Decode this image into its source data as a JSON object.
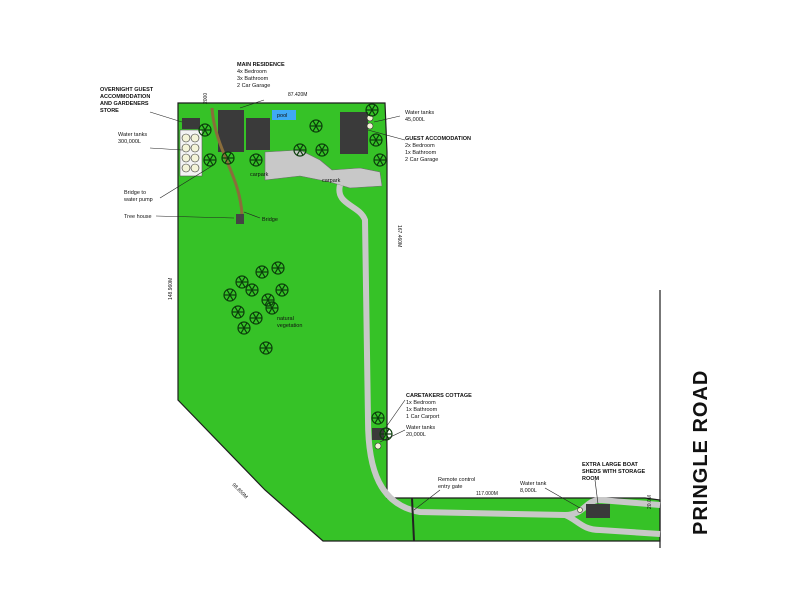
{
  "colors": {
    "land": "#36c227",
    "land_edge": "#1d1d1d",
    "path": "#c8c8c8",
    "path_edge": "#6e6e6e",
    "building": "#3a3a3a",
    "pool": "#3fa9f5",
    "tree": "#0b3d0b"
  },
  "labels": {
    "main_residence": [
      "MAIN RESIDENCE",
      "4x Bedroom",
      "3x Bathroom",
      "2 Car Garage"
    ],
    "overnight_guest": [
      "OVERNIGHT GUEST",
      "ACCOMMODATION",
      "AND GARDENERS",
      "STORE"
    ],
    "water_tanks_top_left": [
      "Water tanks",
      "300,000L"
    ],
    "water_tanks_top_right": [
      "Water tanks",
      "45,000L"
    ],
    "guest_accommodation": [
      "GUEST ACCOMODATION",
      "2x Bedroom",
      "1x Bathroom",
      "2 Car Garage"
    ],
    "bridge_pump": [
      "Bridge to",
      "water pump"
    ],
    "tree_house": "Tree house",
    "bridge": "Bridge",
    "carpark_1": "carpark",
    "carpark_2": "carpark",
    "natural_vegetation": [
      "natural",
      "vegetation"
    ],
    "caretakers_cottage": [
      "CARETAKERS COTTAGE",
      "1x Bedroom",
      "1x Bathroom",
      "1 Car Carport"
    ],
    "water_tanks_cottage": [
      "Water tanks",
      "20,000L"
    ],
    "remote_gate": [
      "Remote control",
      "entry gate"
    ],
    "water_tank_boat": [
      "Water tank",
      "8,000L"
    ],
    "boat_sheds": [
      "EXTRA LARGE BOAT",
      "SHEDS WITH STORAGE",
      "ROOM"
    ],
    "pool": "pool",
    "road": "PRINGLE ROAD"
  },
  "dimensions": {
    "top": "87.420M",
    "right": "167.460M",
    "left": "148.960M",
    "diagonal": "98.850M",
    "bottom": "117.000M",
    "end": "20.0M",
    "corner": "2000"
  }
}
